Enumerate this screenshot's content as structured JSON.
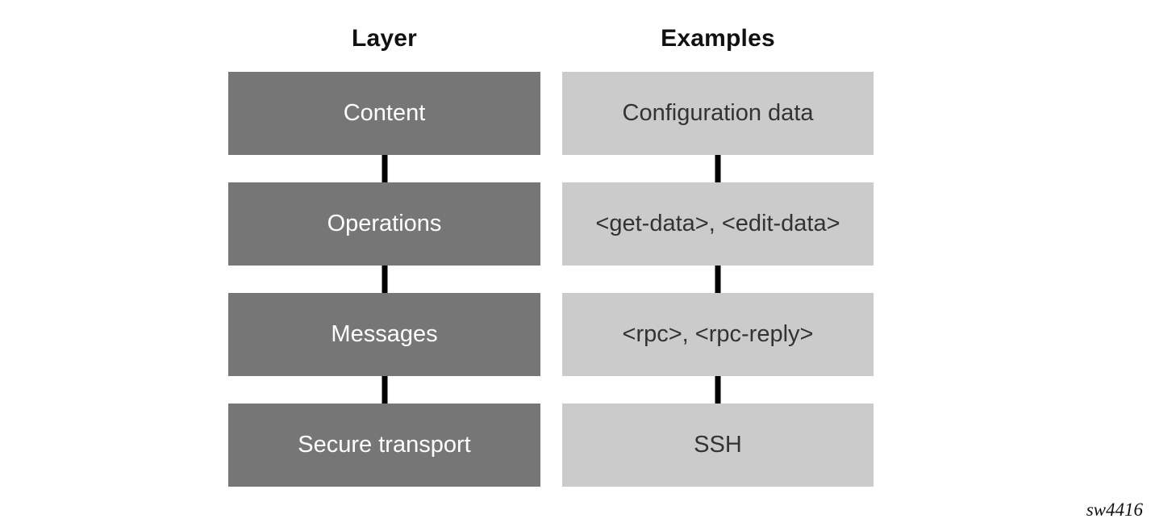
{
  "figure": {
    "id_label": "sw4416",
    "background_color": "#ffffff",
    "dark_box_color": "#767676",
    "light_box_color": "#cbcbcb",
    "connector_color": "#000000",
    "dark_box_text_color": "#ffffff",
    "light_box_text_color": "#333333"
  },
  "columns": [
    {
      "key": "layer",
      "header": "Layer",
      "style": "dark",
      "boxes": [
        {
          "label": "Content"
        },
        {
          "label": "Operations"
        },
        {
          "label": "Messages"
        },
        {
          "label": "Secure transport"
        }
      ]
    },
    {
      "key": "examples",
      "header": "Examples",
      "style": "light",
      "boxes": [
        {
          "label": "Configuration data"
        },
        {
          "label": "<get-data>, <edit-data>"
        },
        {
          "label": "<rpc>, <rpc-reply>"
        },
        {
          "label": "SSH"
        }
      ]
    }
  ]
}
